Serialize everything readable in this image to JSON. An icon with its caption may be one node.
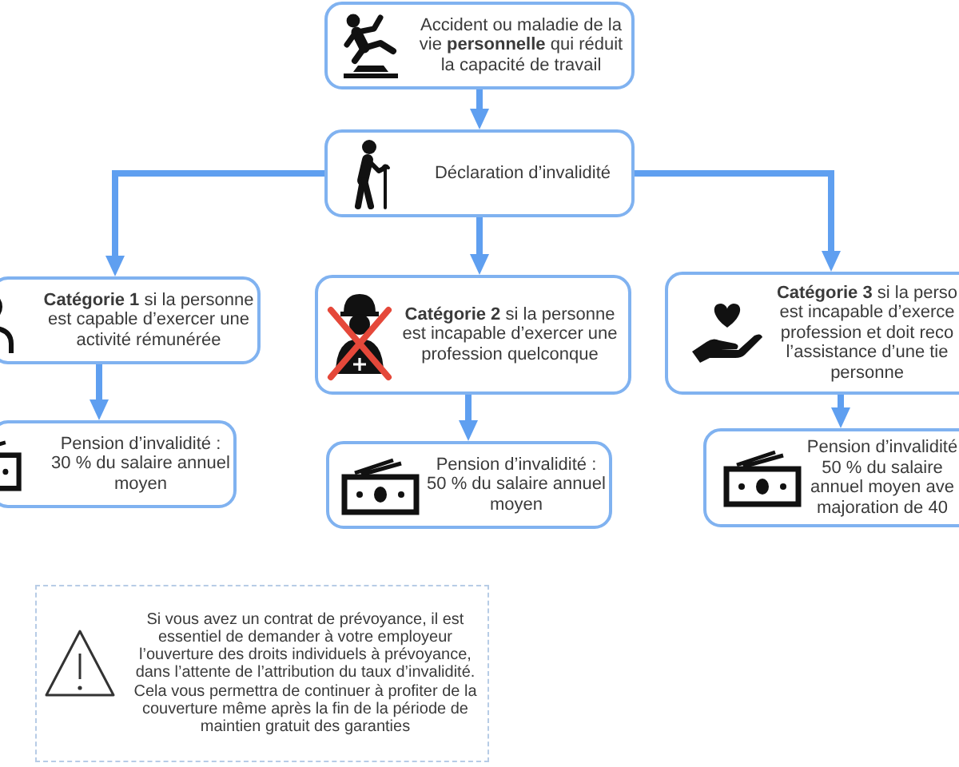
{
  "diagram": {
    "nodes": [
      {
        "text": [
          "Accident ou maladie de la vie **personnelle** qui réduit la capacité de travail"
        ]
      },
      {
        "text": [
          "Déclaration d’invalidité"
        ]
      },
      {
        "text": [
          "**Catégorie 1** si la personne est capable d’exercer une activité rémunérée"
        ]
      },
      {
        "text": [
          "**Catégorie 2** si la personne est incapable d’exercer une profession quelconque"
        ]
      },
      {
        "text": [
          "**Catégorie 3** si la perso est incapable d’exerce profession et doit reco l’assistance d’une tie personne"
        ]
      },
      {
        "text": [
          "Pension d’invalidité : 30 % du salaire annuel moyen"
        ]
      },
      {
        "text": [
          "Pension d’invalidité : 50 % du salaire annuel moyen"
        ]
      },
      {
        "text": [
          "Pension d’invalidité 50 % du salaire annuel moyen ave majoration de 40"
        ]
      },
      {
        "text": [
          "Si vous avez un contrat de prévoyance, il est essentiel de demander à votre employeur l’ouverture des droits individuels à prévoyance, dans l’attente de l’attribution du taux d’invalidité. Cela vous permettra de continuer à profiter de la couverture même après la fin de la période de maintien gratuit des garanties"
        ]
      }
    ],
    "edges": [
      {
        "from": 0,
        "to": 1,
        "arrow": "to"
      },
      {
        "from": 1,
        "to": 2,
        "arrow": "to"
      },
      {
        "from": 1,
        "to": 3,
        "arrow": "to"
      },
      {
        "from": 1,
        "to": 4,
        "arrow": "to"
      },
      {
        "from": 2,
        "to": 5,
        "arrow": "to"
      },
      {
        "from": 3,
        "to": 6,
        "arrow": "to"
      },
      {
        "from": 4,
        "to": 7,
        "arrow": "to"
      }
    ]
  }
}
